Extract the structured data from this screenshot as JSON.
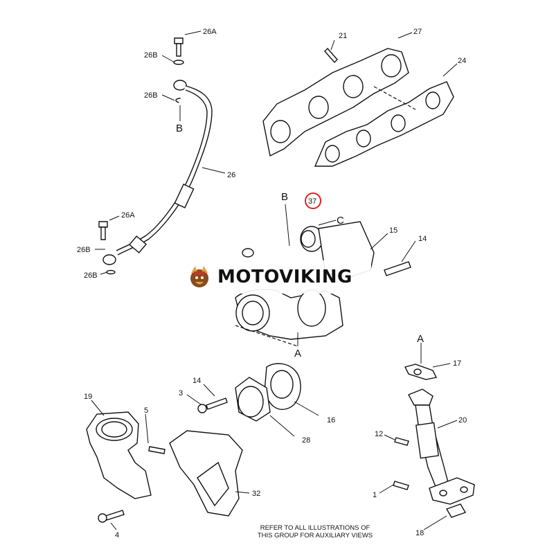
{
  "brand": {
    "name": "MOTOVIKING"
  },
  "callouts": {
    "p26a_top": "26A",
    "p26b_1": "26B",
    "p26b_2": "26B",
    "ref_b_left": "B",
    "p26": "26",
    "p26a_low": "26A",
    "p26b_3": "26B",
    "p26b_4": "26B",
    "p21": "21",
    "p27": "27",
    "p24": "24",
    "ref_b": "B",
    "p37": "37",
    "ref_c": "C",
    "p15": "15",
    "p14_right": "14",
    "ref_a_turbo": "A",
    "ref_a_right": "A",
    "p17": "17",
    "p20": "20",
    "p12": "12",
    "p1": "1",
    "p18": "18",
    "p19": "19",
    "p5": "5",
    "p14_mid": "14",
    "p3": "3",
    "p16": "16",
    "p28": "28",
    "p32": "32",
    "p4": "4"
  },
  "footer": {
    "line1": "REFER TO ALL ILLUSTRATIONS OF",
    "line2": "THIS GROUP FOR AUXILIARY VIEWS"
  },
  "colors": {
    "highlight_circle": "#e02020",
    "ink": "#111111"
  }
}
